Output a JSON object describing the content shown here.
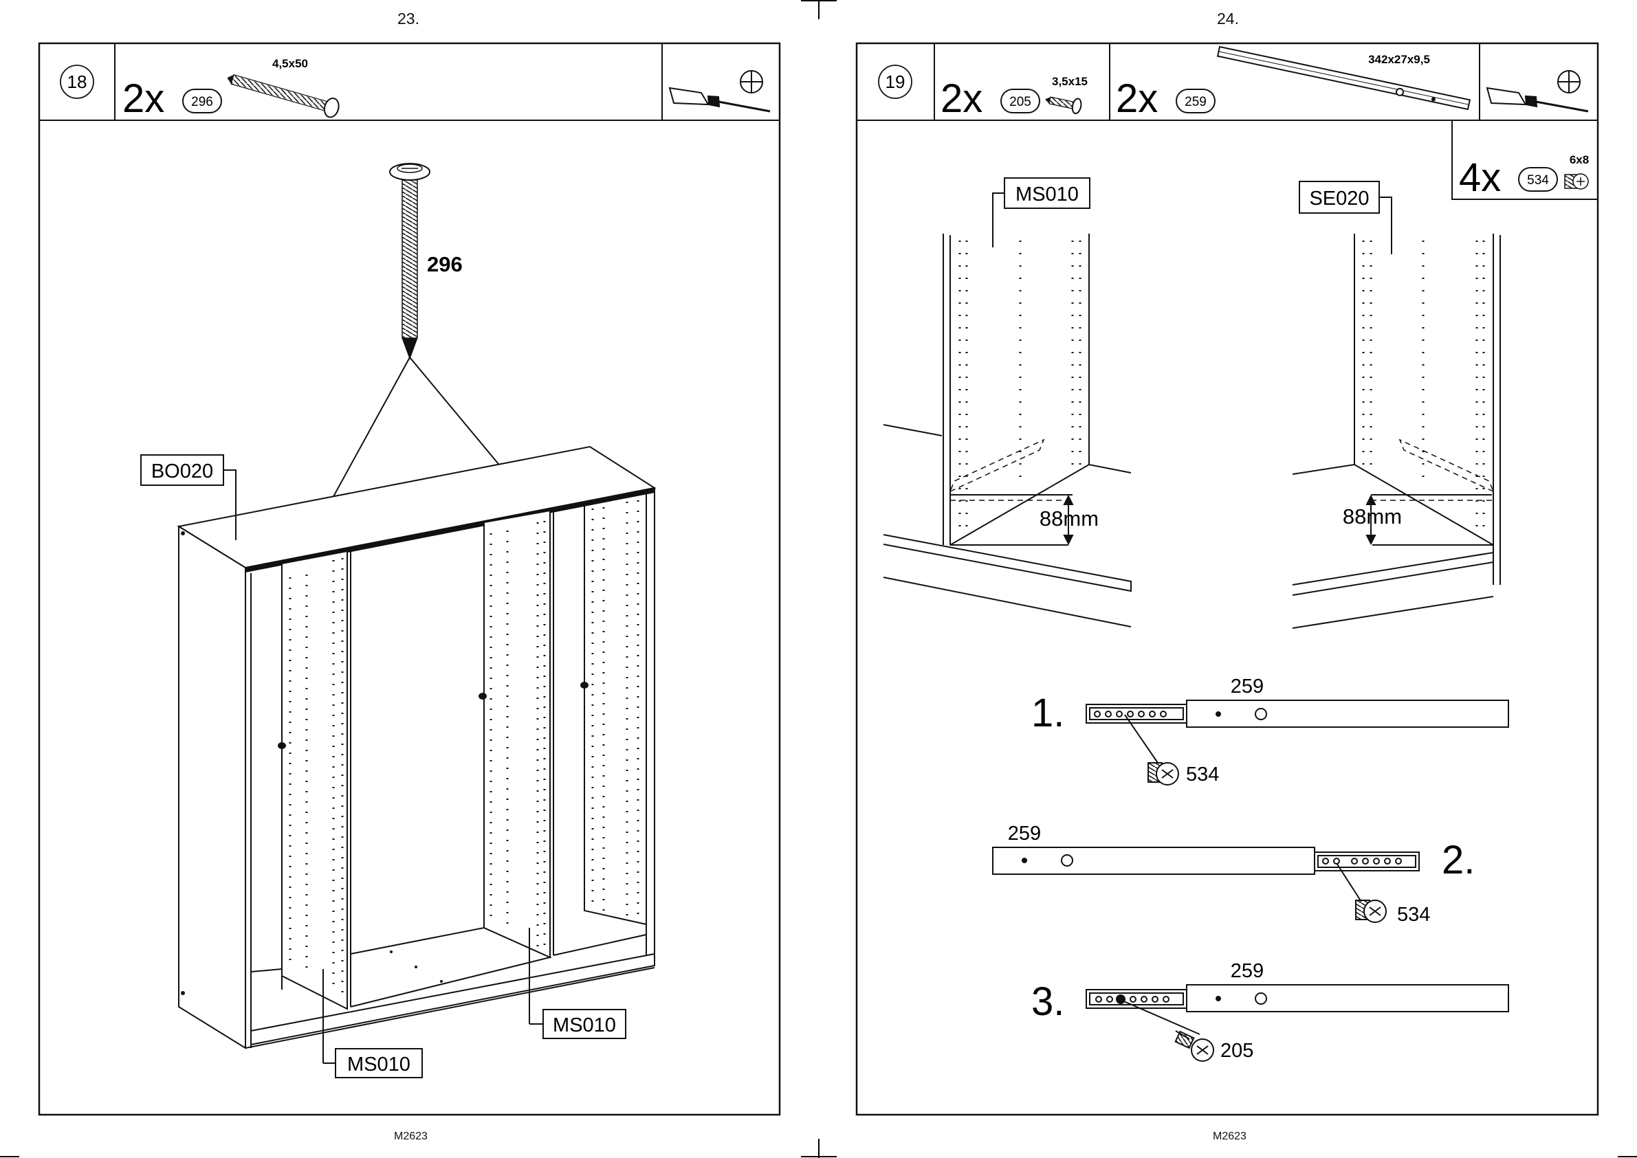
{
  "pages": [
    {
      "page_number": "23.",
      "footer": "M2623",
      "step": {
        "number": "18",
        "parts": [
          {
            "qty": "2x",
            "part_no": "296",
            "size": "4,5x50",
            "icon": "long-screw-icon"
          }
        ],
        "tool_icon": "phillips-screwdriver-icon",
        "callouts": {
          "screw": "296",
          "top_panel": "BO020",
          "divider_left": "MS010",
          "divider_right": "MS010"
        }
      }
    },
    {
      "page_number": "24.",
      "footer": "M2623",
      "step": {
        "number": "19",
        "parts": [
          {
            "qty": "2x",
            "part_no": "205",
            "size": "3,5x15",
            "icon": "short-screw-icon"
          },
          {
            "qty": "2x",
            "part_no": "259",
            "size": "342x27x9,5",
            "icon": "drawer-runner-icon"
          },
          {
            "qty": "4x",
            "part_no": "534",
            "size": "6x8",
            "icon": "euro-screw-icon"
          }
        ],
        "tool_icon": "phillips-screwdriver-icon",
        "callouts": {
          "left_panel": "MS010",
          "right_panel": "SE020",
          "left_distance": "88mm",
          "right_distance": "88mm"
        },
        "substeps": [
          {
            "label": "1.",
            "runner": "259",
            "fastener": "534"
          },
          {
            "label": "2.",
            "runner": "259",
            "fastener": "534"
          },
          {
            "label": "3.",
            "runner": "259",
            "fastener": "205"
          }
        ]
      }
    }
  ]
}
